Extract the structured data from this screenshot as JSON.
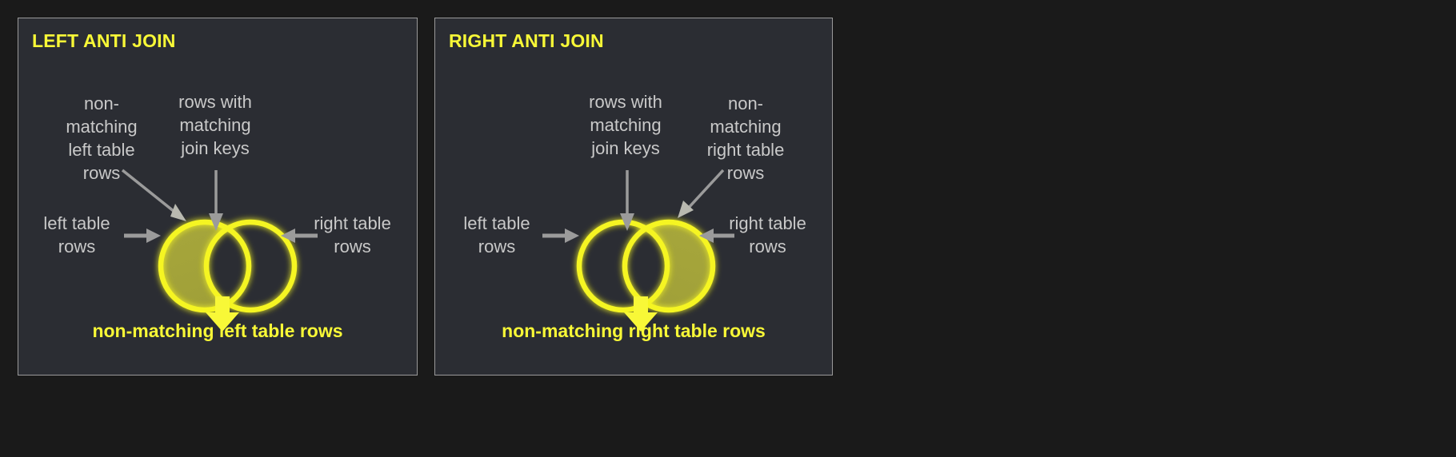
{
  "meta": {
    "background_color": "#1a1a1a",
    "panel_bg": "#2b2d33",
    "panel_border": "#9a9a9a",
    "accent_yellow": "#f8f837",
    "circle_stroke": "#f5f522",
    "circle_fill_olive": "#a9a93e",
    "annotation_gray": "#c9c9c9",
    "arrow_gray": "#9b9b9b"
  },
  "panels": [
    {
      "id": "left-anti-join",
      "title": "LEFT ANTI JOIN",
      "annotations": {
        "top_left": "non-\nmatching\nleft table\nrows",
        "top_right": "rows with\nmatching\njoin keys",
        "side_left": "left table\nrows",
        "side_right": "right table\nrows"
      },
      "caption": "non-matching left table rows",
      "filled_side": "left"
    },
    {
      "id": "right-anti-join",
      "title": "RIGHT ANTI JOIN",
      "annotations": {
        "top_left": "rows with\nmatching\njoin keys",
        "top_right": "non-\nmatching\nright table\nrows",
        "side_left": "left table\nrows",
        "side_right": "right table\nrows"
      },
      "caption": "non-matching right table rows",
      "filled_side": "right"
    }
  ]
}
